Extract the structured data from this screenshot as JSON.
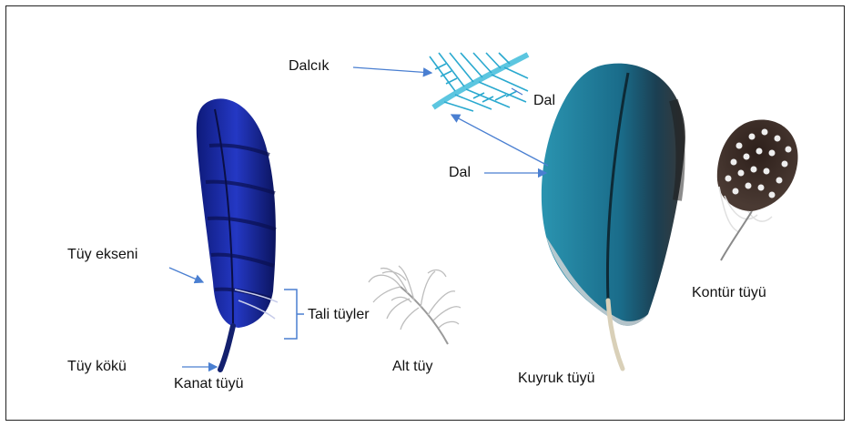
{
  "labels": {
    "dalcik": "Dalcık",
    "dal_inset": "Dal",
    "dal": "Dal",
    "tuy_ekseni": "Tüy ekseni",
    "tali_tuyler": "Tali tüyler",
    "tuy_koku": "Tüy kökü",
    "kanat_tuyu": "Kanat tüyü",
    "alt_tuy": "Alt tüy",
    "kuyruk_tuyu": "Kuyruk tüyü",
    "kontur_tuyu": "Kontür tüyü"
  },
  "colors": {
    "wing_feather": "#1a2a9c",
    "tail_feather": "#1f7d9a",
    "down_feather": "#cfcfcf",
    "contour_feather": "#3b2b25",
    "arrow": "#4a7fd1",
    "inset": "#5cc6e0"
  }
}
